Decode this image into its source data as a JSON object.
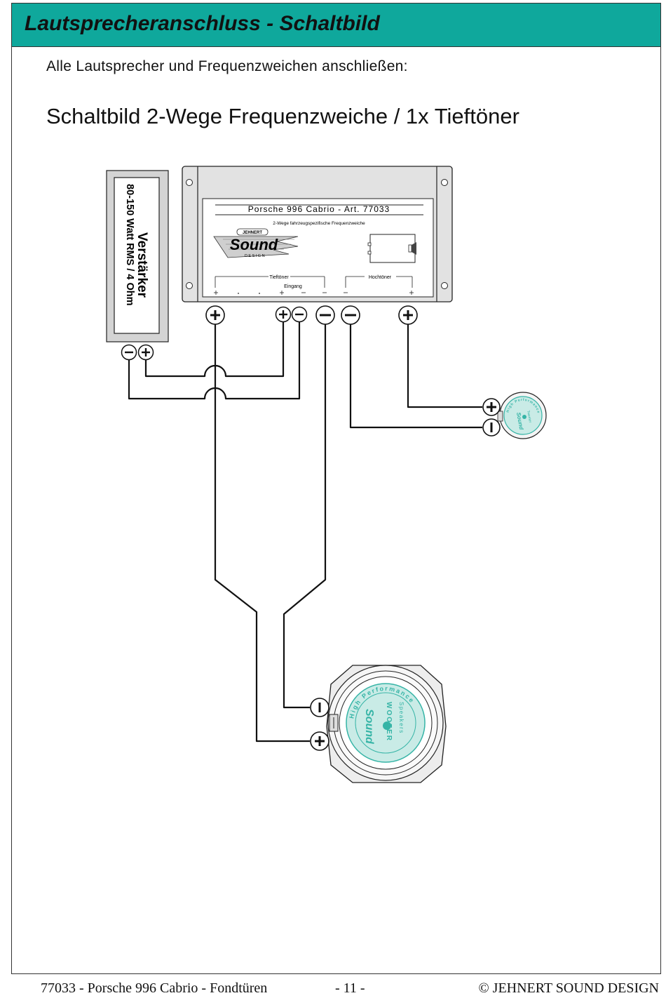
{
  "header": {
    "title": "Lautsprecheranschluss - Schaltbild"
  },
  "intro": "Alle Lautsprecher und Frequenzweichen anschließen:",
  "subtitle": "Schaltbild 2-Wege Frequenzweiche / 1x Tieftöner",
  "amplifier": {
    "title": "Verstärker",
    "spec": "80-150 Watt RMS / 4 Ohm"
  },
  "crossover": {
    "model": "Porsche 996 Cabrio - Art. 77033",
    "description": "2-Wege fahrzeugspezifische Frequenzweiche",
    "logo": {
      "top": "JEHNERT",
      "main": "Sound",
      "bottom": "DESIGN"
    },
    "woofer_label": "Tieftöner",
    "input_label": "Eingang",
    "tweeter_label": "Hochtöner"
  },
  "woofer": {
    "ring_text": "High Performance",
    "label": "WOOFER",
    "brand": "Sound",
    "sub": "Speakers"
  },
  "tweeter": {
    "ring_text": "High Performance",
    "brand": "Sound",
    "label": "Tweeter"
  },
  "footer": {
    "left": "77033 - Porsche 996 Cabrio - Fondtüren",
    "center": "- 11 -",
    "right": "© JEHNERT SOUND DESIGN"
  },
  "colors": {
    "header": "#0fa89c",
    "speaker_cone": "#c9ebe6",
    "speaker_accent": "#35b4a6"
  }
}
